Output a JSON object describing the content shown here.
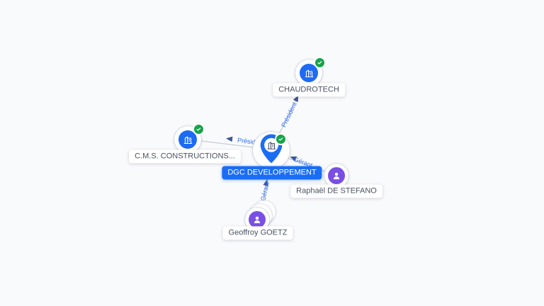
{
  "graph": {
    "center": {
      "label": "DGC DEVELOPPEMENT",
      "type": "company",
      "verified": true
    },
    "nodes": [
      {
        "label": "CHAUDROTECH",
        "type": "company",
        "verified": true
      },
      {
        "label": "C.M.S. CONSTRUCTIONS...",
        "type": "company",
        "verified": true
      },
      {
        "label": "Raphaël DE STEFANO",
        "type": "person"
      },
      {
        "label": "Geoffroy GOETZ",
        "type": "person",
        "stacked": true
      }
    ],
    "edges": [
      {
        "label": "Président",
        "from": "DGC DEVELOPPEMENT",
        "to": "CHAUDROTECH"
      },
      {
        "label": "Président",
        "from": "DGC DEVELOPPEMENT",
        "to": "C.M.S. CONSTRUCTIONS..."
      },
      {
        "label": "Gérant",
        "from": "Raphaël DE STEFANO",
        "to": "DGC DEVELOPPEMENT"
      },
      {
        "label": "Gérant",
        "from": "Geoffroy GOETZ",
        "to": "DGC DEVELOPPEMENT"
      }
    ],
    "colors": {
      "company_blue": "#1d6bf3",
      "center_label_blue": "#1a6df5",
      "person_purple": "#7a4fe3",
      "verified_green": "#17a34a",
      "edge_gray": "#c7ccd6",
      "edge_label_blue": "#2e6bf0",
      "label_text": "#4b5262",
      "background": "#f9fafc"
    }
  }
}
